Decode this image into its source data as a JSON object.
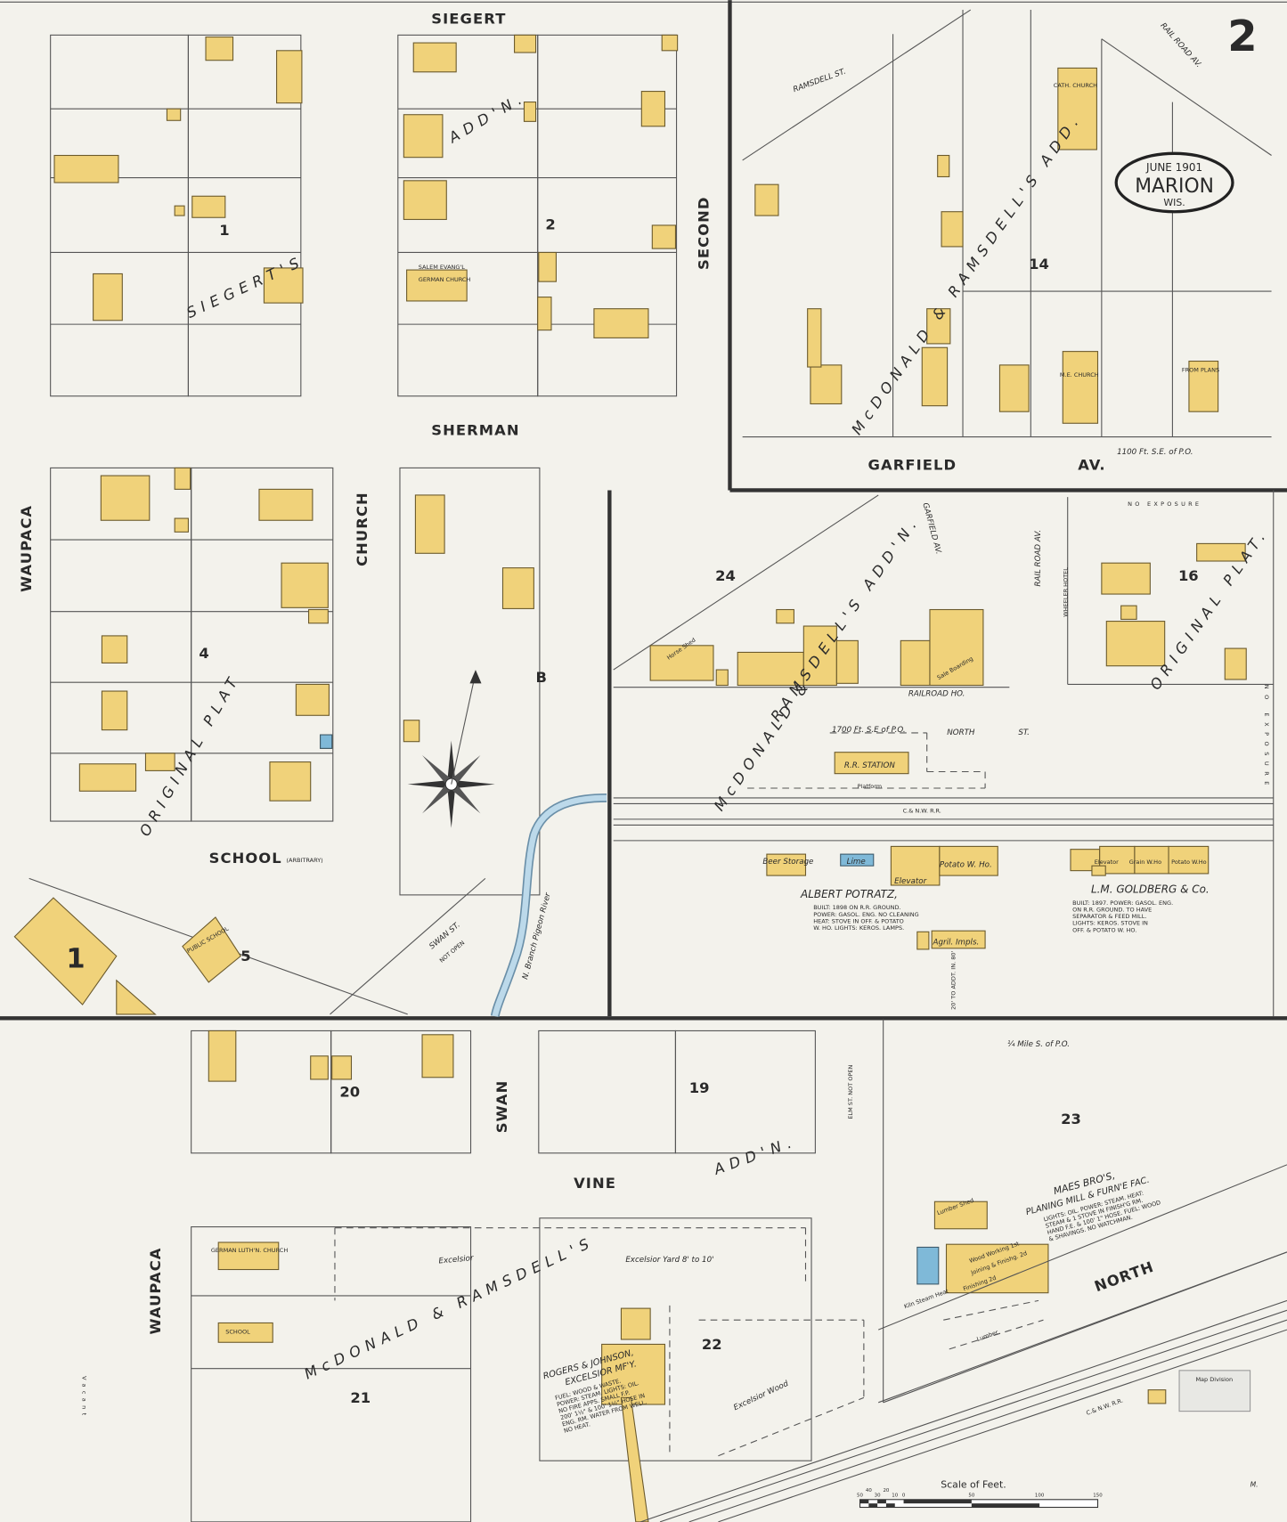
{
  "sheet": {
    "number": "2",
    "date": "JUNE 1901",
    "town": "MARION",
    "state": "WIS."
  },
  "streets": {
    "siegert": "SIEGERT",
    "sherman": "SHERMAN",
    "school": "SCHOOL",
    "school_note": "(ARBITRARY)",
    "second": "SECOND",
    "church": "CHURCH",
    "waupaca_top": "WAUPACA",
    "waupaca_bottom": "WAUPACA",
    "garfield": "GARFIELD",
    "garfield_av": "AV.",
    "ramsdell": "RAMSDELL ST.",
    "railroad_av": "RAIL ROAD AV.",
    "garfield_av_mid": "GARFIELD AV.",
    "railroad_av_mid": "RAIL ROAD AV.",
    "north_st": "NORTH",
    "north_st2": "ST.",
    "vine": "VINE",
    "swan": "SWAN",
    "north_bottom": "NORTH",
    "elm": "ELM ST. NOT OPEN",
    "swan_st": "SWAN ST.",
    "swan_not_open": "NOT OPEN",
    "rr_mid": "C.& N.W. R.R.",
    "rr_bottom": "C.& N.W. R.R."
  },
  "blocks": [
    "1",
    "2",
    "14",
    "4",
    "B",
    "5",
    "24",
    "16",
    "20",
    "19",
    "23",
    "21",
    "22",
    "1"
  ],
  "additions": {
    "siegert": "SIEGERT'S",
    "siegert_addn": "ADD'N.",
    "mcd_top": "McDONALD & RAMSDELL'S ADD.",
    "mcd_mid": "RAMSDELL'S ADD'N.",
    "mcd_mid2": "McDONALD &",
    "original": "ORIGINAL PLAT.",
    "original_left": "ORIGINAL PLAT",
    "mcd_bottom": "McDONALD & RAMSDELL'S",
    "mcd_bottom_addn": "ADD'N."
  },
  "buildings": {
    "cath_church": "CATH. CHURCH",
    "me_church": "M.E. CHURCH",
    "salem": "SALEM EVANG'L",
    "german_church": "GERMAN CHURCH",
    "public_school": "PUBLIC SCHOOL",
    "german_luth": "GERMAN LUTH'N. CHURCH",
    "school": "SCHOOL",
    "beer_storage": "Beer Storage",
    "lime": "Lime",
    "elevator": "Elevator",
    "potato": "Potato W. Ho.",
    "elevator2": "Elevator",
    "grain": "Grain W.Ho",
    "potato2": "Potato W.Ho",
    "agril": "Agril. Impls.",
    "rr_station": "R.R. STATION",
    "platform": "Platform",
    "railroad_ho": "RAILROAD HO.",
    "horse_shed": "Horse Shed",
    "sale_boarding": "Sale Boarding",
    "wheeler": "WHEELER HOTEL",
    "lumber_shed": "Lumber Shed",
    "wood_working": "Wood Working 1st",
    "joining": "Joining & Finishg. 2d",
    "finishing": "Finishing 2d",
    "kiln": "Kiln Steam Heat",
    "lumber": "Lumber",
    "excelsior": "Excelsior",
    "excelsior_wood": "Excelsior Wood",
    "excelsior_yard": "Excelsior Yard 8' to 10'"
  },
  "owners": {
    "potratz": "ALBERT POTRATZ,",
    "potratz_notes": [
      "BUILT: 1898 ON R.R. GROUND.",
      "POWER: GASOL. ENG. NO CLEANING",
      "HEAT: STOVE IN OFF. & POTATO",
      "W. HO. LIGHTS: KEROS. LAMPS."
    ],
    "goldberg": "L.M. GOLDBERG & Co.",
    "goldberg_notes": [
      "BUILT: 1897. POWER: GASOL. ENG.",
      "ON R.R. GROUND. TO HAVE",
      "SEPARATOR & FEED MILL.",
      "LIGHTS: KEROS. STOVE IN",
      "OFF. & POTATO W. HO."
    ],
    "maes": "MAES BRO'S,",
    "maes2": "PLANING MILL & FURN'E FAC.",
    "maes_notes": [
      "LIGHTS: OIL. POWER: STEAM. HEAT:",
      "STEAM & 1 STOVE IN FINISH'G RM.",
      "HAND F.E. & 100' 1\" HOSE. FUEL: WOOD",
      "& SHAVINGS. NO WATCHMAN."
    ],
    "rogers": "ROGERS & JOHNSON,",
    "rogers2": "EXCELSIOR MF'Y.",
    "rogers_notes": [
      "FUEL: WOOD & WASTE.",
      "POWER: STEAM. LIGHTS: OIL.",
      "NO FIRE APPS. SMALL F.P.",
      "200' 1½\" & 100' 1½\" HOSE IN",
      "ENG. RM. WATER FROM WELL.",
      "NO HEAT."
    ]
  },
  "notes": {
    "dist1": "1100 Ft. S.E. of P.O.",
    "dist2": "1700 Ft. S.E of P.O.",
    "dist3": "¼ Mile S. of P.O.",
    "river": "N. Branch Pigeon River",
    "no_exposure": "NO EXPOSURE",
    "exposure_side": "NO EXPOSURE",
    "vacant": "Vacant",
    "from_plans": "FROM PLANS",
    "dims": "20' TO ADDT. IN. 80'"
  },
  "scale": {
    "title": "Scale of Feet.",
    "ticks": [
      "50",
      "40",
      "30",
      "20",
      "10",
      "0",
      "50",
      "100",
      "150"
    ],
    "initial": "M."
  },
  "stamp": "Map Division",
  "colors": {
    "frame_brick": "#f0d27a",
    "stone_concrete": "#7fb9d8",
    "paper": "#f3f2ec",
    "ink": "#2a2a2a"
  }
}
